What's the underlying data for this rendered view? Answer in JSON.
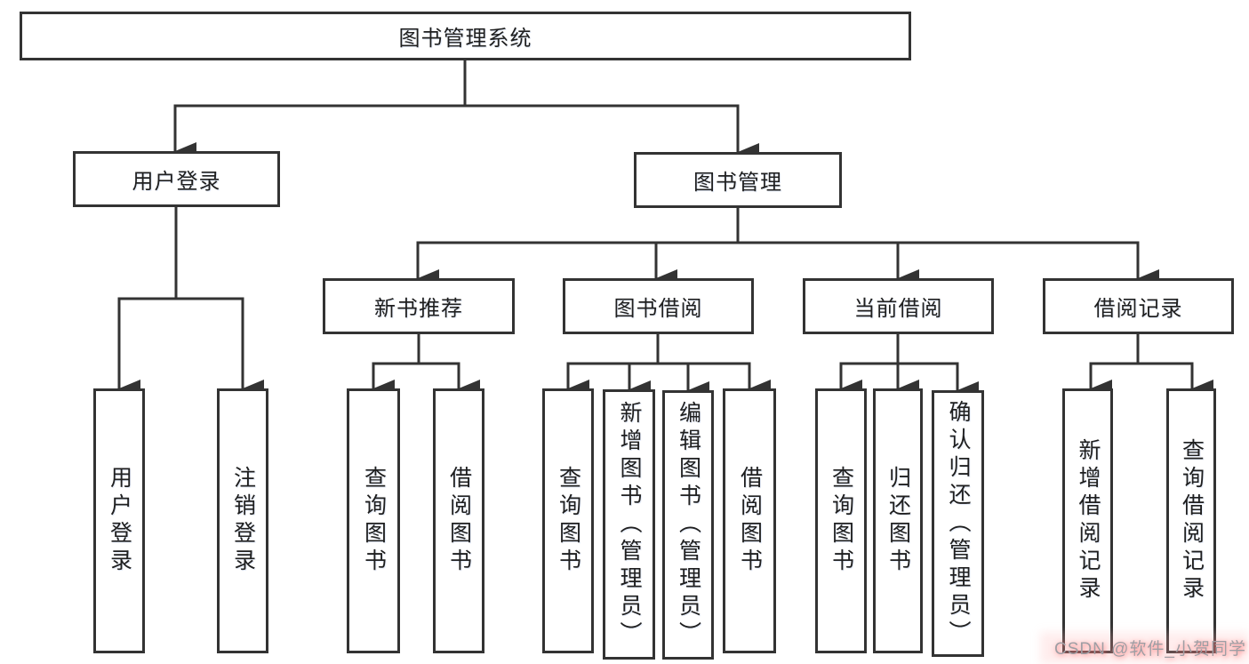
{
  "diagram": {
    "title": "图书管理系统",
    "level1": {
      "user_login": "用户登录",
      "book_mgmt": "图书管理"
    },
    "level2": {
      "new_book_rec": "新书推荐",
      "book_borrow": "图书借阅",
      "current_borrow": "当前借阅",
      "borrow_record": "借阅记录"
    },
    "leaves": {
      "user_login": [
        "用户登录",
        "注销登录"
      ],
      "new_book_rec": [
        "查询图书",
        "借阅图书"
      ],
      "book_borrow": [
        "查询图书",
        "新增图书（管理员）",
        "编辑图书（管理员）",
        "借阅图书"
      ],
      "current_borrow": [
        "查询图书",
        "归还图书",
        "确认归还（管理员）"
      ],
      "borrow_record": [
        "新增借阅记录",
        "查询借阅记录"
      ]
    },
    "watermark": "CSDN @软件_小贺同学",
    "colors": {
      "line": "#333333",
      "text": "#1f1f1f",
      "box_background": "#ffffff",
      "watermark_text": "#9e9ea4"
    }
  }
}
